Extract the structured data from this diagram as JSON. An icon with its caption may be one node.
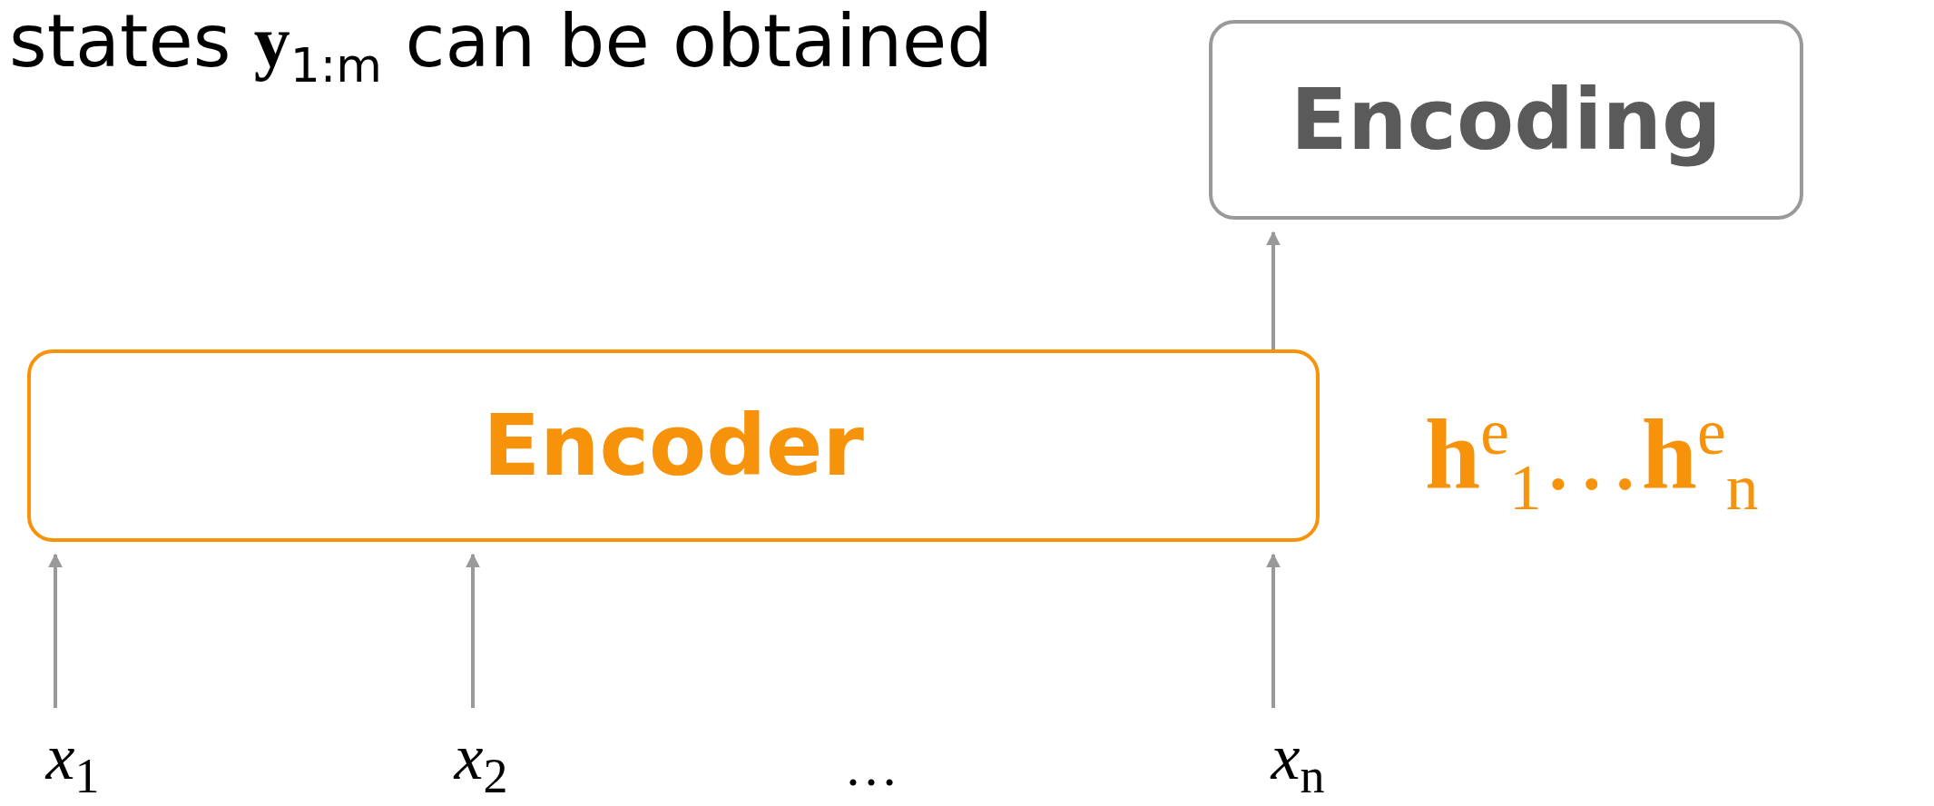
{
  "diagram": {
    "nodes": [
      {
        "text": [
          "Encoding"
        ]
      },
      {
        "text": [
          "Encoder"
        ]
      },
      {
        "text": [
          "*x*$_{1}$"
        ]
      },
      {
        "text": [
          "*x*$_{2}$"
        ]
      },
      {
        "text": [
          "*x*$_{n}$"
        ]
      }
    ],
    "edges": [
      {
        "from": 2,
        "to": 1,
        "arrow": "to"
      },
      {
        "from": 3,
        "to": 1,
        "arrow": "to"
      },
      {
        "from": 4,
        "to": 1,
        "arrow": "to"
      },
      {
        "from": 1,
        "to": 0,
        "arrow": "to"
      }
    ],
    "labels": [
      "states **y**$_{1:m}$ can be obtained",
      "**h**$^{e}$$_{1}$…**h**$^{e}$$_{n}$",
      "…"
    ]
  }
}
